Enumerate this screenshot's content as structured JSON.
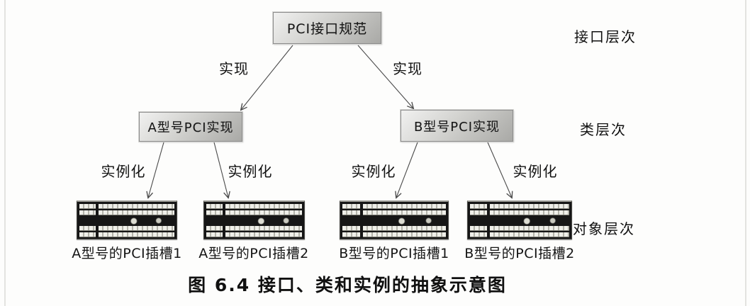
{
  "diagram": {
    "interface_box": {
      "label": "PCI接口规范"
    },
    "class_boxes": [
      {
        "label": "A型号PCI实现"
      },
      {
        "label": "B型号PCI实现"
      }
    ],
    "realize_labels": [
      "实现",
      "实现"
    ],
    "instantiate_labels": [
      "实例化",
      "实例化",
      "实例化",
      "实例化"
    ],
    "layer_labels": {
      "interface": "接口层次",
      "class": "类层次",
      "object": "对象层次"
    },
    "instances": [
      {
        "label": "A型号的PCI插槽1"
      },
      {
        "label": "A型号的PCI插槽2"
      },
      {
        "label": "B型号的PCI插槽1"
      },
      {
        "label": "B型号的PCI插槽2"
      }
    ],
    "caption": "图 6.4  接口、类和实例的抽象示意图"
  },
  "colors": {
    "box_fill_light": "#f1f1f0",
    "box_fill_dark": "#a9a9a6",
    "box_border": "#8c8c8c",
    "arrow": "#4a4a4a",
    "photo_dark": "#161616",
    "photo_stripe": "#efefe9",
    "text": "#1a1a1a"
  }
}
